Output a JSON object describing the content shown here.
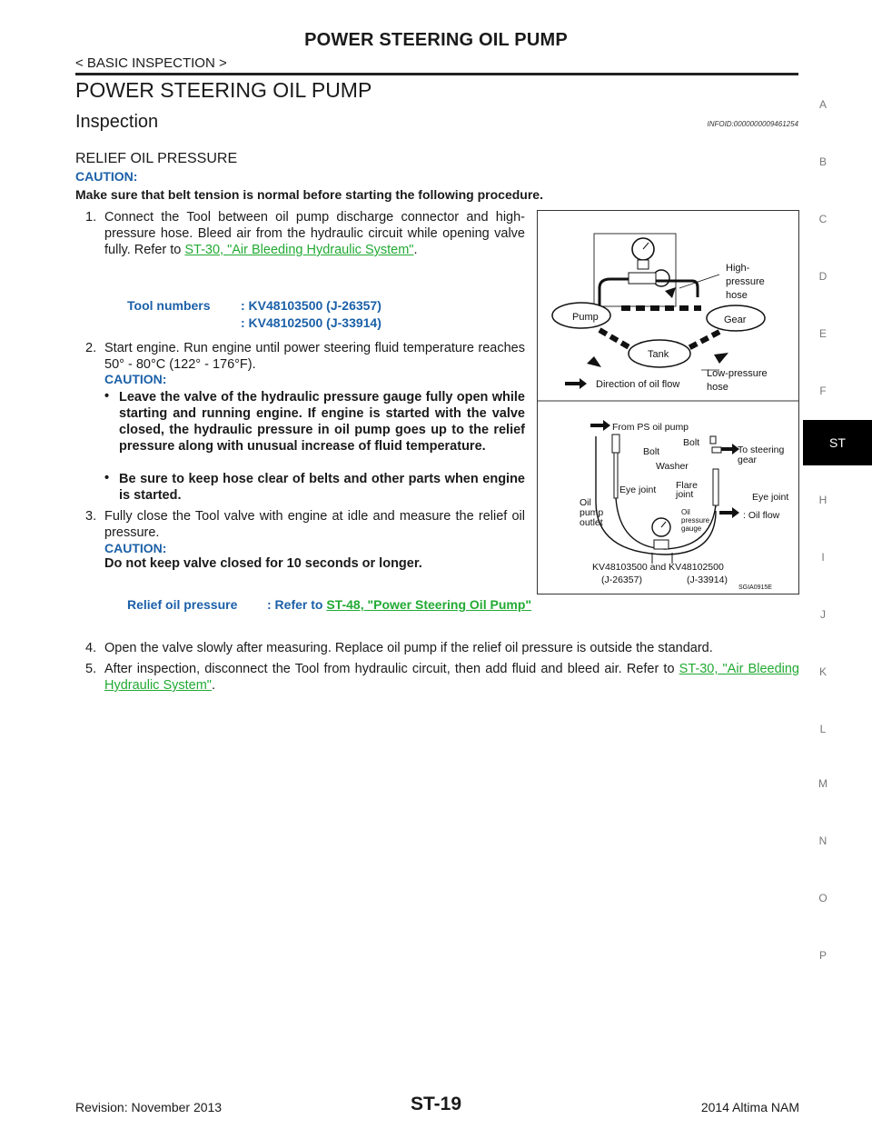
{
  "header": {
    "title": "POWER STEERING OIL PUMP",
    "category": "< BASIC INSPECTION >"
  },
  "section_title": "POWER STEERING OIL PUMP",
  "subsection_title": "Inspection",
  "info_id": "INFOID:0000000009461254",
  "procedure_title": "RELIEF OIL PRESSURE",
  "caution_intro": {
    "label": "CAUTION:",
    "text": "Make sure that belt tension is normal before starting the following procedure."
  },
  "steps": {
    "s1": {
      "num": "1.",
      "text": "Connect the Tool between oil pump discharge connector and high-pressure hose. Bleed air from the hydraulic circuit while opening valve fully. Refer to ",
      "link": "ST-30, \"Air Bleeding Hydraulic System\"",
      "end": "."
    },
    "tool_numbers": {
      "label": "Tool numbers",
      "value1": ": KV48103500 (J-26357)",
      "value2": ": KV48102500 (J-33914)"
    },
    "s2": {
      "num": "2.",
      "text": "Start engine. Run engine until power steering fluid temperature reaches 50° - 80°C (122° - 176°F).",
      "caution_label": "CAUTION:",
      "bullet1": "Leave the valve of the hydraulic pressure gauge fully open while starting and running engine. If engine is started with the valve closed, the hydraulic pressure in oil pump goes up to the relief pressure along with unusual increase of fluid temperature.",
      "bullet2": "Be sure to keep hose clear of belts and other parts when engine is started."
    },
    "s3": {
      "num": "3.",
      "text": "Fully close the Tool valve with engine at idle and measure the relief oil pressure.",
      "caution_label": "CAUTION:",
      "caution_text": "Do not keep valve closed for 10 seconds or longer."
    },
    "relief_spec": {
      "label": "Relief oil pressure",
      "prefix": ": Refer to ",
      "link": "ST-48, \"Power Steering Oil Pump\""
    },
    "s4": {
      "num": "4.",
      "text": "Open the valve slowly after measuring. Replace oil pump if the relief oil pressure is outside the standard."
    },
    "s5": {
      "num": "5.",
      "text": "After inspection, disconnect the Tool from hydraulic circuit, then add fluid and bleed air. Refer to ",
      "link": "ST-30, \"Air Bleeding Hydraulic System\"",
      "end": "."
    }
  },
  "figure": {
    "top": {
      "high": "High-",
      "pressure": "pressure",
      "hose": "hose",
      "pump": "Pump",
      "gear": "Gear",
      "tank": "Tank",
      "low": "Low-pressure",
      "low_hose": "hose",
      "direction": "Direction of oil flow"
    },
    "bottom": {
      "from_ps": "From PS oil pump",
      "bolt1": "Bolt",
      "bolt2": "Bolt",
      "to_steering": "To steering",
      "gear": "gear",
      "washer": "Washer",
      "eye_joint_l": "Eye joint",
      "flare": "Flare",
      "joint": "joint",
      "eye_joint_r": "Eye joint",
      "oil": "Oil",
      "pump": "pump",
      "outlet": "outlet",
      "oil2": "Oil",
      "pressure": "pressure",
      "gauge": "gauge",
      "oil_flow": ": Oil flow",
      "kv": "KV48103500 and KV48102500",
      "j1": "(J-26357)",
      "j2": "(J-33914)",
      "code": "SGIA0915E"
    }
  },
  "side_index": [
    "A",
    "B",
    "C",
    "D",
    "E",
    "F",
    "ST",
    "H",
    "I",
    "J",
    "K",
    "L",
    "M",
    "N",
    "O",
    "P"
  ],
  "footer": {
    "revision": "Revision: November 2013",
    "page": "ST-19",
    "model": "2014 Altima NAM"
  }
}
